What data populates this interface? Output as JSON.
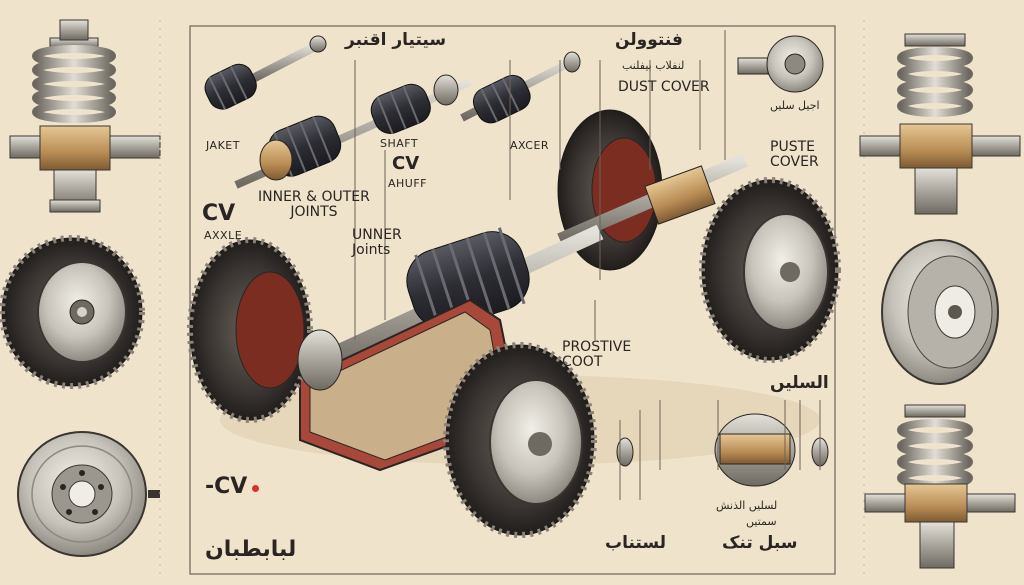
{
  "labels": {
    "top_arabic_title": "سیتیار اقنبر",
    "top_right_arabic": "فنتوولن",
    "dust_cover_ar": "لنفلاب بیفلنب",
    "dust_cover": "DUST COVER",
    "smaller_ar": "اجیل سلیں",
    "puste_cover": "PUSTE\nCOVER",
    "shaft": "SHAFT",
    "cv_small": "CV",
    "ahuff": "AHUFF",
    "axcer": "AXCER",
    "inner_outer": "INNER & OUTER\nJOINTS",
    "cv_big": "CV",
    "axxle": "AXXLE",
    "jaket": "JAKET",
    "unner_joints": "UNNER\nJoints",
    "prostive_coot": "PROSTIVE\nCOOT",
    "cv_bottom": "-CV",
    "bottom_ar_left": "لبابطبان",
    "bottom_ar_mid": "لستناب",
    "bottom_ar_right": "سبل تنک",
    "bottom_ar_r1": "لسلیں الذنش",
    "bottom_ar_r2": "سمتیں",
    "diff_ar": "السلیں"
  },
  "colors": {
    "background": "#efe3cc",
    "ink": "#2a2522",
    "boot": "#2f2f36",
    "metal": "#b9b6ae",
    "brass": "#c9a06a",
    "red": "#a53a2c",
    "tire": "#3a3532"
  },
  "icons": [
    "coil-spring-icon",
    "wheel-icon",
    "brake-disc-icon",
    "cv-axle-icon",
    "differential-icon"
  ]
}
